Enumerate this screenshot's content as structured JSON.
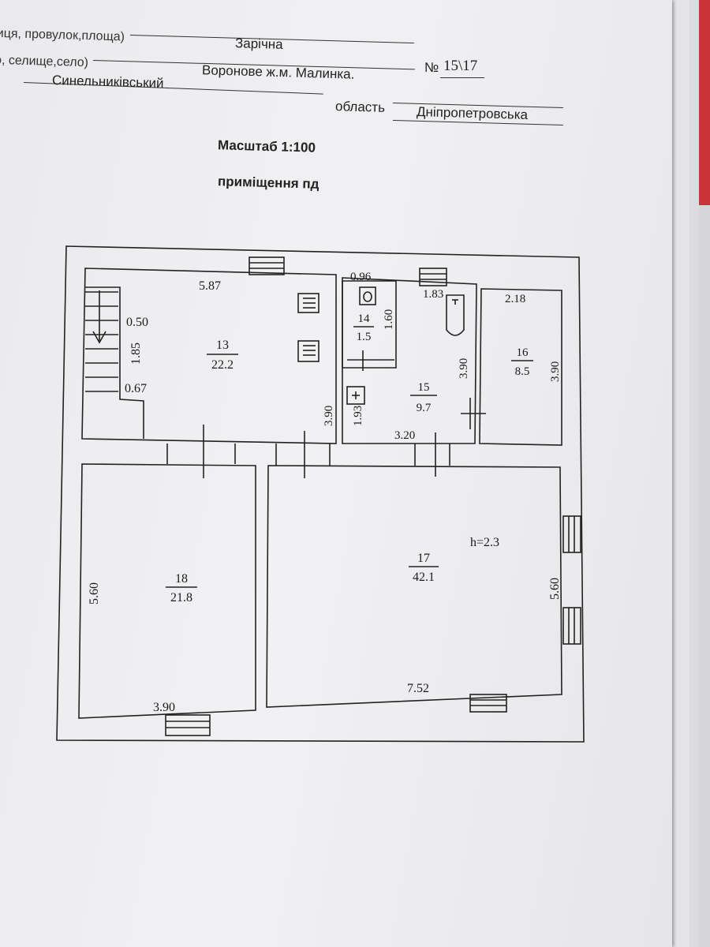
{
  "header": {
    "street_caption": "(вулиця, провулок,площа)",
    "street_value": "Зарічна",
    "settlement_caption": "(місто, селище,село)",
    "settlement_value": "Воронове  ж.м. Малинка.",
    "number_prefix": "№",
    "number_value": "15\\17",
    "district_value": "Синельниківський",
    "oblast_caption": "область",
    "oblast_value": "Дніпропетровська",
    "scale_label": "Масштаб 1:100",
    "premises_label": "приміщення пд"
  },
  "plan": {
    "rooms": [
      {
        "number": "13",
        "area": "22.2"
      },
      {
        "number": "14",
        "area": "1.5"
      },
      {
        "number": "15",
        "area": "9.7"
      },
      {
        "number": "16",
        "area": "8.5"
      },
      {
        "number": "17",
        "area": "42.1"
      },
      {
        "number": "18",
        "area": "21.8"
      }
    ],
    "dimensions": {
      "r13_top": "5.87",
      "stair_top": "0.50",
      "stair_len": "1.85",
      "stair_bottom": "0.67",
      "r13_side": "3.90",
      "r14_top": "0.96",
      "r14_side": "1.60",
      "r15_top": "1.83",
      "r15_side": "3.90",
      "r15_sub": "1.93",
      "r15_bottom": "3.20",
      "r16_top": "2.18",
      "r16_side": "3.90",
      "r18_side": "5.60",
      "r18_bottom": "3.90",
      "r17_side": "5.60",
      "r17_bottom": "7.52"
    },
    "ceiling_height": "h=2.3"
  }
}
